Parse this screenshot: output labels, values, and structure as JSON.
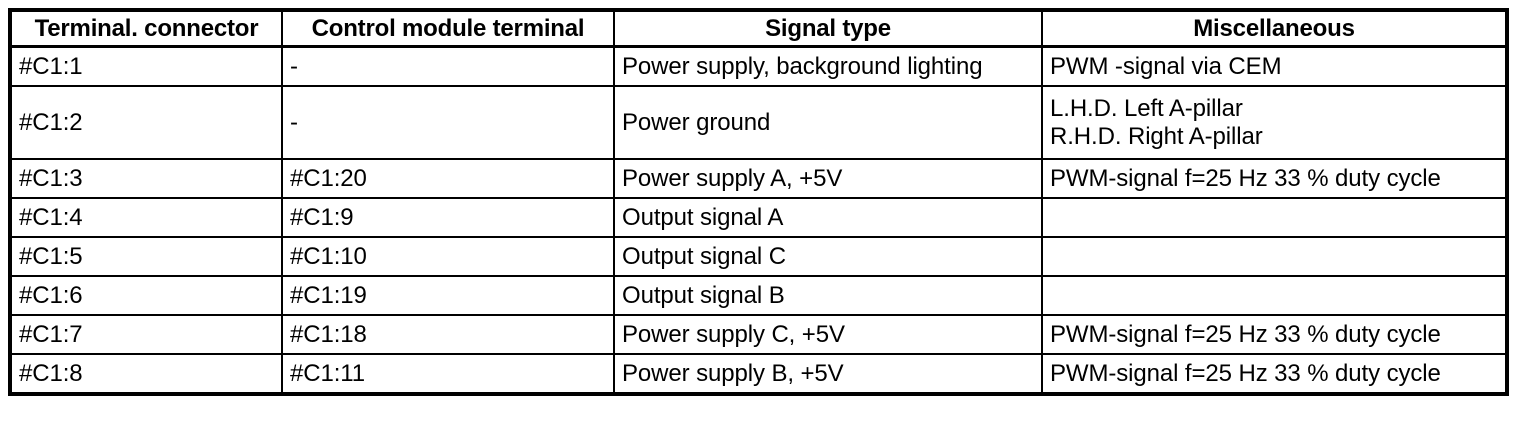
{
  "table": {
    "headers": [
      "Terminal. connector",
      "Control module terminal",
      "Signal type",
      "Miscellaneous"
    ],
    "rows": [
      {
        "terminal": "#C1:1",
        "module": "-",
        "signal": "Power supply, background lighting",
        "misc": "PWM -signal via CEM",
        "misc_lines": [
          "PWM -signal via CEM"
        ],
        "tall": false
      },
      {
        "terminal": "#C1:2",
        "module": "-",
        "signal": "Power ground",
        "misc": "L.H.D. Left A-pillar R.H.D. Right A-pillar",
        "misc_lines": [
          "L.H.D. Left A-pillar",
          "R.H.D. Right A-pillar"
        ],
        "tall": true
      },
      {
        "terminal": "#C1:3",
        "module": "#C1:20",
        "signal": "Power supply A, +5V",
        "misc": "PWM-signal f=25 Hz 33 % duty cycle",
        "misc_lines": [
          "PWM-signal f=25 Hz 33 % duty cycle"
        ],
        "tall": false
      },
      {
        "terminal": "#C1:4",
        "module": "#C1:9",
        "signal": "Output signal A",
        "misc": "",
        "misc_lines": [],
        "tall": false
      },
      {
        "terminal": "#C1:5",
        "module": "#C1:10",
        "signal": "Output signal C",
        "misc": "",
        "misc_lines": [],
        "tall": false
      },
      {
        "terminal": "#C1:6",
        "module": "#C1:19",
        "signal": "Output signal B",
        "misc": "",
        "misc_lines": [],
        "tall": false
      },
      {
        "terminal": "#C1:7",
        "module": "#C1:18",
        "signal": "Power supply C, +5V",
        "misc": "PWM-signal f=25 Hz 33 % duty cycle",
        "misc_lines": [
          "PWM-signal f=25 Hz 33 % duty cycle"
        ],
        "tall": false
      },
      {
        "terminal": "#C1:8",
        "module": "#C1:11",
        "signal": "Power supply B, +5V",
        "misc": "PWM-signal f=25 Hz 33 % duty cycle",
        "misc_lines": [
          "PWM-signal f=25 Hz 33 % duty cycle"
        ],
        "tall": false
      }
    ]
  },
  "colors": {
    "border": "#000000",
    "text": "#000000",
    "background": "#ffffff"
  }
}
